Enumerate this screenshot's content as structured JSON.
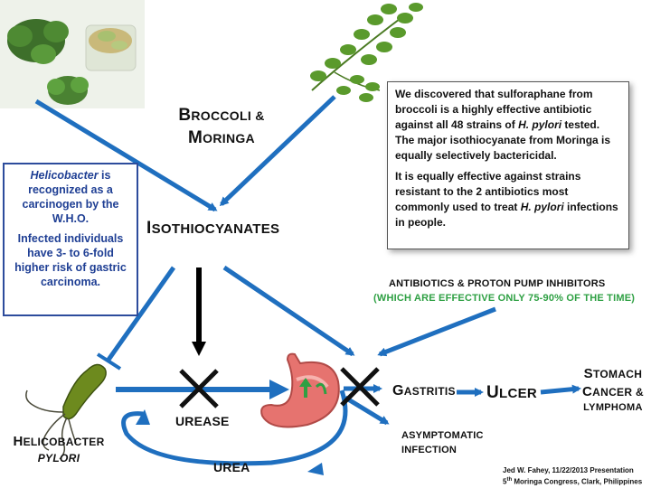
{
  "source_title": "Broccoli & Moringa",
  "source_title_parts": {
    "b1": "B",
    "b2": "ROCCOLI &",
    "m1": "M",
    "m2": "ORINGA"
  },
  "center": {
    "i1": "I",
    "i2": "SOTHIOCYANATES"
  },
  "left_box": {
    "p1_em": "Helicobacter",
    "p1_rest": " is recognized as a carcinogen by the W.H.O.",
    "p2": "Infected individuals have 3- to 6-fold higher risk of gastric carcinoma."
  },
  "right_box": {
    "p1_a": "We discovered that sulforaphane from broccoli is a highly effective antibiotic against all 48 strains of ",
    "p1_em": "H. pylori",
    "p1_b": " tested. The major isothiocyanate from Moringa is equally selectively bactericidal.",
    "p2_a": "It is equally effective against strains resistant to the 2 antibiotics most commonly used to treat ",
    "p2_em": "H. pylori",
    "p2_b": " infections in people."
  },
  "antibiotics": {
    "line1": "ANTIBIOTICS  & PROTON PUMP INHIBITORS",
    "line2": "(WHICH ARE EFFECTIVE ONLY 75-90% OF THE TIME)"
  },
  "labels": {
    "urease": "UREASE",
    "urea": "UREA",
    "gastritis": {
      "g1": "G",
      "g2": "ASTRITIS"
    },
    "ulcer": {
      "u1": "U",
      "u2": "LCER"
    },
    "stomach": {
      "s1": "S",
      "s2": "TOMACH"
    },
    "cancer": {
      "c1": "C",
      "c2": "ANCER &"
    },
    "lymphoma": "LYMPHOMA",
    "asymptomatic": [
      "ASYMPTOMATIC",
      "INFECTION"
    ],
    "pylori": {
      "h1": "H",
      "h2": "ELICOBACTER",
      "p": "PYLORI"
    }
  },
  "footer": {
    "line1": "Jed W. Fahey, 11/22/2013 Presentation",
    "line2_sup": "th",
    "line2_a": "5",
    "line2_b": " Moringa Congress, Clark, Philippines"
  },
  "colors": {
    "arrow": "#1f6fbf",
    "green": "#2ea043",
    "box_border": "#2d4c9c"
  }
}
